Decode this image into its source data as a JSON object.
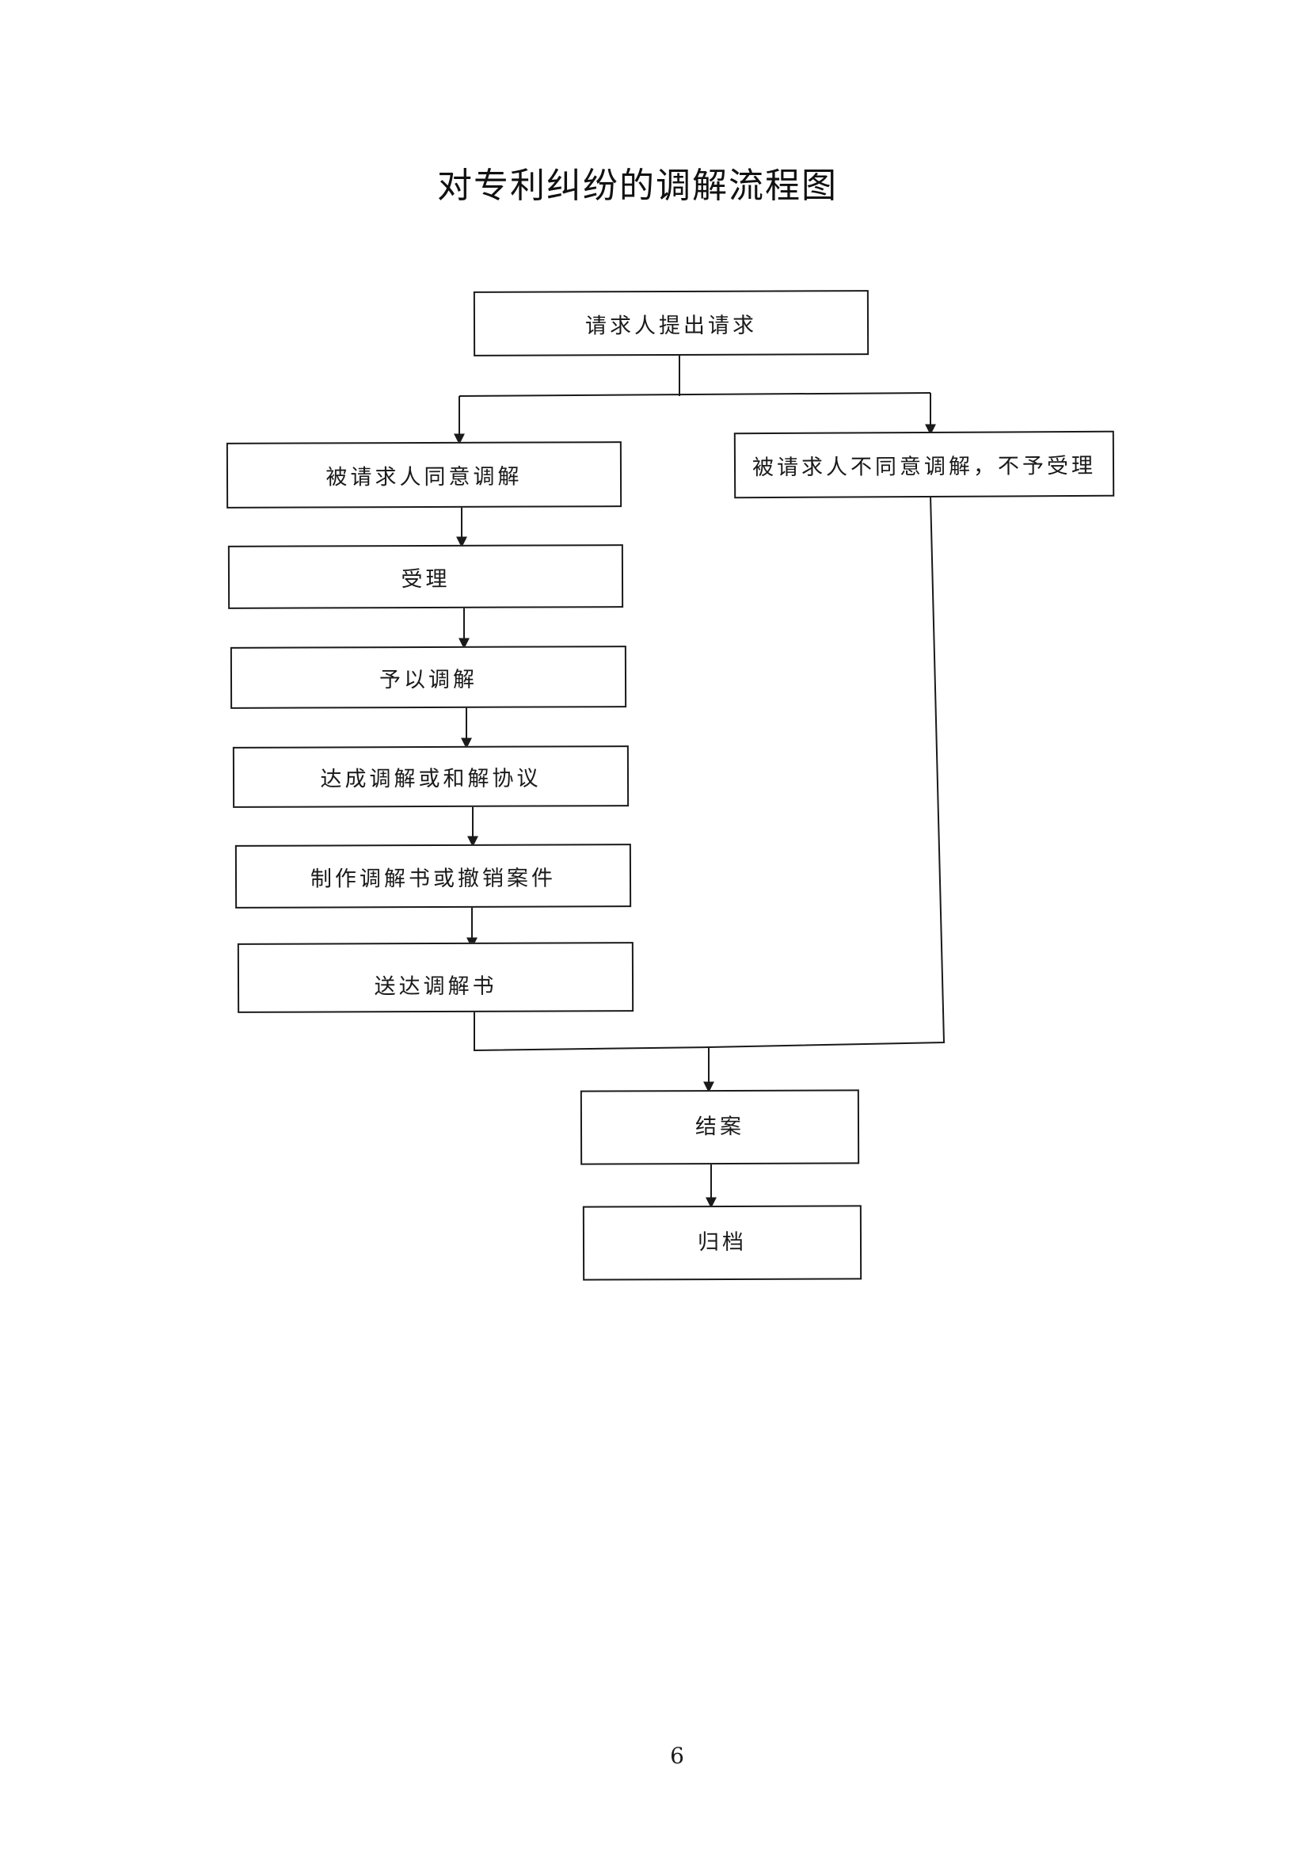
{
  "title": "对专利纠纷的调解流程图",
  "nodes": {
    "request": "请求人提出请求",
    "agree": "被请求人同意调解",
    "disagree": "被请求人不同意调解，不予受理",
    "accept": "受理",
    "mediate": "予以调解",
    "agreement": "达成调解或和解协议",
    "make_document": "制作调解书或撤销案件",
    "deliver": "送达调解书",
    "close_case": "结案",
    "archive": "归档"
  },
  "page_number": "6"
}
